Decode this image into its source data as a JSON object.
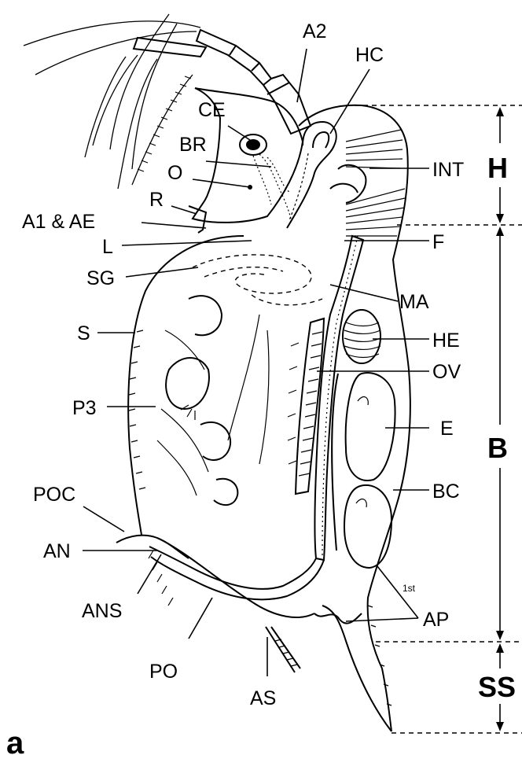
{
  "panel_letter": "a",
  "labels": {
    "a2": "A2",
    "hc": "HC",
    "ce": "CE",
    "br": "BR",
    "o": "O",
    "r": "R",
    "a1ae": "A1 & AE",
    "int": "INT",
    "l": "L",
    "f": "F",
    "sg": "SG",
    "ma": "MA",
    "s": "S",
    "he": "HE",
    "ov": "OV",
    "p3": "P3",
    "e": "E",
    "bc": "BC",
    "poc": "POC",
    "an": "AN",
    "ans": "ANS",
    "ap": "AP",
    "first": "1st",
    "po": "PO",
    "as": "AS"
  },
  "regions": {
    "head": "H",
    "body": "B",
    "shell_spine": "SS"
  }
}
